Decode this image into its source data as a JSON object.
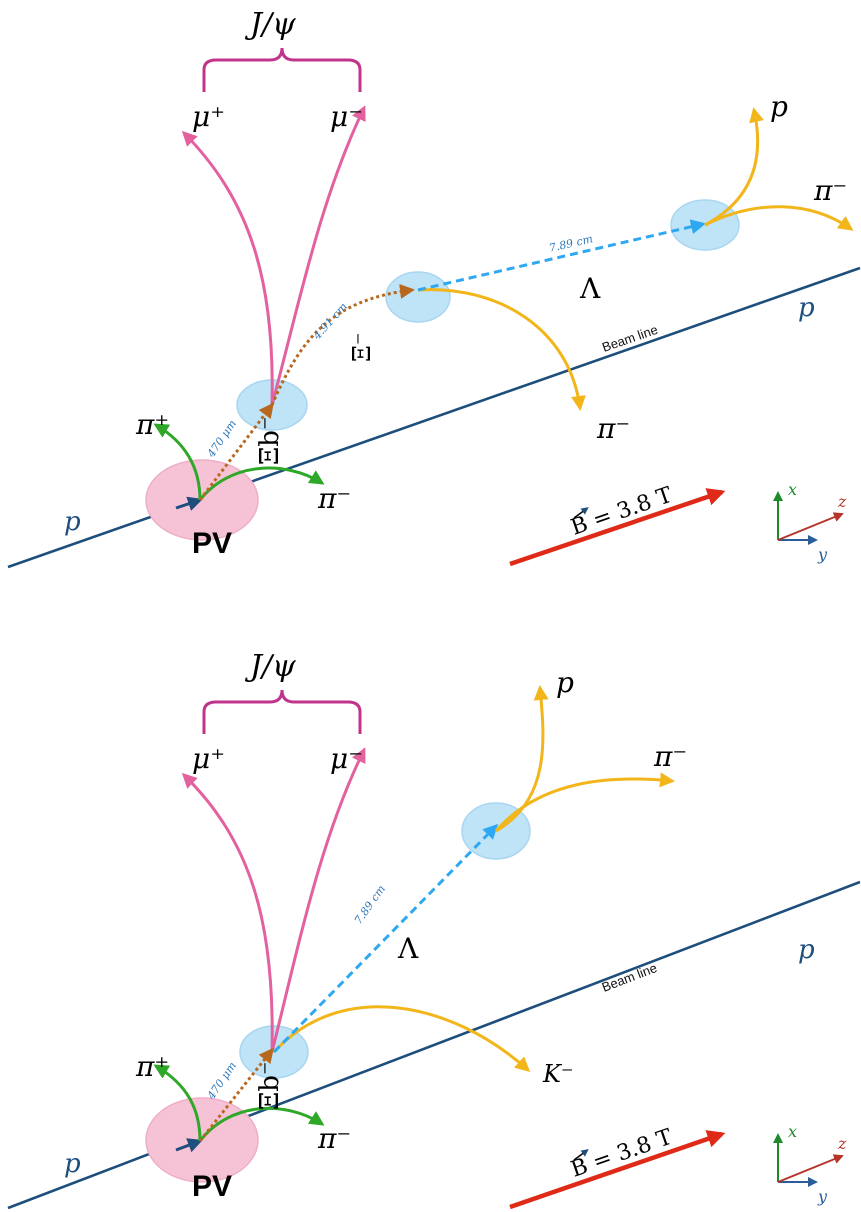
{
  "panels": [
    {
      "jpsi": "J/ψ",
      "mu_plus": "μ⁺",
      "mu_minus": "μ⁻",
      "pi_plus": "π⁺",
      "pi_minus_pv": "π⁻",
      "pv": "PV",
      "xi_b": "Ξb⁻",
      "dist_pv": "470 μm",
      "beam_line": "Beam line",
      "proton_left": "p",
      "proton_right": "p",
      "b_field": "B = 3.8 T",
      "axis_x": "x",
      "axis_y": "y",
      "axis_z": "z",
      "xi": "Ξ⁻",
      "dist_xi": "4.91 cm",
      "pi_minus_xi": "π⁻",
      "dist_lambda": "7.89 cm",
      "lambda": "Λ",
      "lambda_p": "p",
      "lambda_pi": "π⁻"
    },
    {
      "jpsi": "J/ψ",
      "mu_plus": "μ⁺",
      "mu_minus": "μ⁻",
      "pi_plus": "π⁺",
      "pi_minus_pv": "π⁻",
      "pv": "PV",
      "xi_b": "Ξb⁻",
      "dist_pv": "470 μm",
      "beam_line": "Beam line",
      "proton_left": "p",
      "proton_right": "p",
      "b_field": "B = 3.8 T",
      "axis_x": "x",
      "axis_y": "y",
      "axis_z": "z",
      "kaon": "K⁻",
      "dist_lambda": "7.89 cm",
      "lambda": "Λ",
      "lambda_p": "p",
      "lambda_pi": "π⁻"
    }
  ],
  "colors": {
    "muon": "#e3619f",
    "jpsi_brace": "#c0358b",
    "pion_pv": "#2fa82a",
    "xi_track": "#b8681d",
    "lambda_track": "#2ea8f0",
    "decay_product": "#f2b51a",
    "beam": "#1d4e7c",
    "b_arrow": "#e02a18",
    "vertex_blob": "#bfe3f7",
    "pv_blob": "#f6c3d6",
    "axis_x": "#1f8a2a",
    "axis_y": "#2a5d9a",
    "axis_z": "#b5352a"
  }
}
